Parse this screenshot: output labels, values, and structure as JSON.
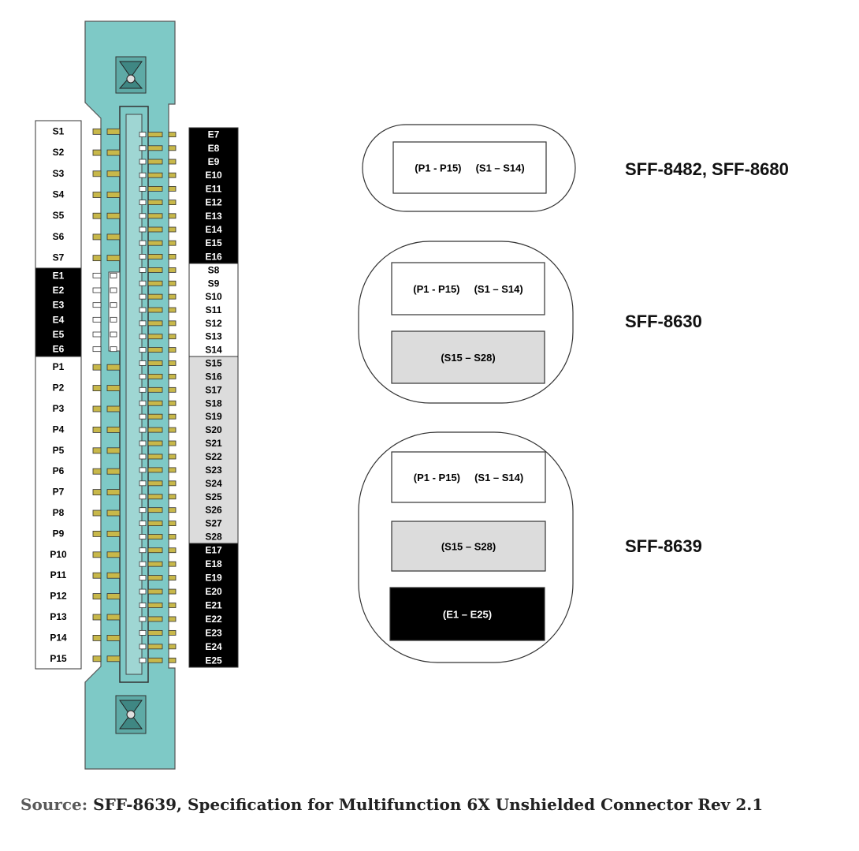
{
  "left_column": {
    "segments": [
      {
        "fill": "#ffffff",
        "text": "#000000",
        "labels": [
          "S1",
          "S2",
          "S3",
          "S4",
          "S5",
          "S6",
          "S7"
        ]
      },
      {
        "fill": "#000000",
        "text": "#ffffff",
        "labels": [
          "E1",
          "E2",
          "E3",
          "E4",
          "E5",
          "E6"
        ]
      },
      {
        "fill": "#ffffff",
        "text": "#000000",
        "labels": [
          "P1",
          "P2",
          "P3",
          "P4",
          "P5",
          "P6",
          "P7",
          "P8",
          "P9",
          "P10",
          "P11",
          "P12",
          "P13",
          "P14",
          "P15"
        ]
      }
    ]
  },
  "right_column": {
    "segments": [
      {
        "fill": "#000000",
        "text": "#ffffff",
        "labels": [
          "E7",
          "E8",
          "E9",
          "E10",
          "E11",
          "E12",
          "E13",
          "E14",
          "E15",
          "E16"
        ]
      },
      {
        "fill": "#ffffff",
        "text": "#000000",
        "labels": [
          "S8",
          "S9",
          "S10",
          "S11",
          "S12",
          "S13",
          "S14"
        ]
      },
      {
        "fill": "#dcdcdc",
        "text": "#000000",
        "labels": [
          "S15",
          "S16",
          "S17",
          "S18",
          "S19",
          "S20",
          "S21",
          "S22",
          "S23",
          "S24",
          "S25",
          "S26",
          "S27",
          "S28"
        ]
      },
      {
        "fill": "#000000",
        "text": "#ffffff",
        "labels": [
          "E17",
          "E18",
          "E19",
          "E20",
          "E21",
          "E22",
          "E23",
          "E24",
          "E25"
        ]
      }
    ]
  },
  "connector": {
    "body_color": "#7ec9c6",
    "pin_color": "#c8b84a"
  },
  "standards": [
    {
      "name": "SFF-8482, SFF-8680",
      "boxes": [
        {
          "label": "(P1 - P15)     (S1 – S14)",
          "fill": "#ffffff",
          "text": "#000000"
        }
      ]
    },
    {
      "name": "SFF-8630",
      "boxes": [
        {
          "label": "(P1 - P15)     (S1 – S14)",
          "fill": "#ffffff",
          "text": "#000000"
        },
        {
          "label": "(S15 – S28)",
          "fill": "#dcdcdc",
          "text": "#000000"
        }
      ]
    },
    {
      "name": "SFF-8639",
      "boxes": [
        {
          "label": "(P1 - P15)     (S1 – S14)",
          "fill": "#ffffff",
          "text": "#000000"
        },
        {
          "label": "(S15 – S28)",
          "fill": "#dcdcdc",
          "text": "#000000"
        },
        {
          "label": "(E1 – E25)",
          "fill": "#000000",
          "text": "#ffffff"
        }
      ]
    }
  ],
  "caption": {
    "source_label": "Source:",
    "text": "SFF-8639, Specification for Multifunction 6X Unshielded Connector Rev 2.1"
  }
}
